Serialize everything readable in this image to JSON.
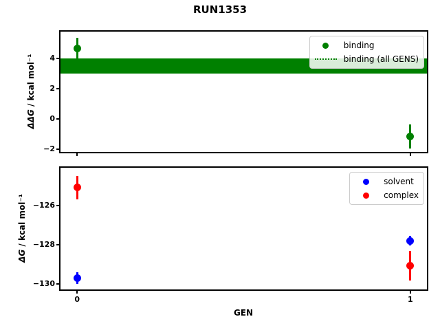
{
  "title": "RUN1353",
  "xlabel": "GEN",
  "colors": {
    "binding": "#008000",
    "solvent": "#0000ff",
    "complex": "#ff0000",
    "spine": "#000000",
    "legend_border": "#cccccc",
    "background": "#ffffff"
  },
  "chart_data": [
    {
      "type": "scatter",
      "id": "top",
      "ylabel_math": "ΔΔG",
      "ylabel_units": " / kcal mol⁻¹",
      "xlim": [
        -0.05,
        1.05
      ],
      "ylim": [
        -2.17,
        5.79
      ],
      "yticks": [
        {
          "v": 4,
          "label": "4"
        },
        {
          "v": 2,
          "label": "2"
        },
        {
          "v": 0,
          "label": "0"
        },
        {
          "v": -2,
          "label": "−2"
        }
      ],
      "xticks": [
        {
          "v": 0,
          "label": "0"
        },
        {
          "v": 1,
          "label": "1"
        }
      ],
      "show_xtick_labels": false,
      "grid": false,
      "series": [
        {
          "name": "binding",
          "color": "#008000",
          "marker": "circle",
          "points": [
            {
              "x": 0,
              "y": 4.68,
              "yerr": 0.72
            },
            {
              "x": 1,
              "y": -1.15,
              "yerr": 0.78
            }
          ]
        }
      ],
      "band": {
        "label": "binding (all GENS)",
        "color": "#008000",
        "y": 3.5,
        "half_width": 0.5,
        "center_line_style": "dotted"
      },
      "legend": {
        "position": "upper right",
        "entries": [
          {
            "label": "binding",
            "marker": "dot",
            "color": "#008000"
          },
          {
            "label": "binding (all GENS)",
            "marker": "dotted-line",
            "color": "#008000"
          }
        ]
      }
    },
    {
      "type": "scatter",
      "id": "bottom",
      "ylabel_math": "ΔG",
      "ylabel_units": " / kcal mol⁻¹",
      "xlim": [
        -0.05,
        1.05
      ],
      "ylim": [
        -130.27,
        -124.09
      ],
      "yticks": [
        {
          "v": -126,
          "label": "−126"
        },
        {
          "v": -128,
          "label": "−128"
        },
        {
          "v": -130,
          "label": "−130"
        }
      ],
      "xticks": [
        {
          "v": 0,
          "label": "0"
        },
        {
          "v": 1,
          "label": "1"
        }
      ],
      "show_xtick_labels": true,
      "grid": false,
      "series": [
        {
          "name": "solvent",
          "color": "#0000ff",
          "marker": "circle",
          "points": [
            {
              "x": 0,
              "y": -129.7,
              "yerr": 0.3
            },
            {
              "x": 1,
              "y": -127.8,
              "yerr": 0.25
            }
          ]
        },
        {
          "name": "complex",
          "color": "#ff0000",
          "marker": "circle",
          "points": [
            {
              "x": 0,
              "y": -125.1,
              "yerr": 0.6
            },
            {
              "x": 1,
              "y": -129.05,
              "yerr": 0.75
            }
          ]
        }
      ],
      "legend": {
        "position": "upper right",
        "entries": [
          {
            "label": "solvent",
            "marker": "dot",
            "color": "#0000ff"
          },
          {
            "label": "complex",
            "marker": "dot",
            "color": "#ff0000"
          }
        ]
      }
    }
  ]
}
